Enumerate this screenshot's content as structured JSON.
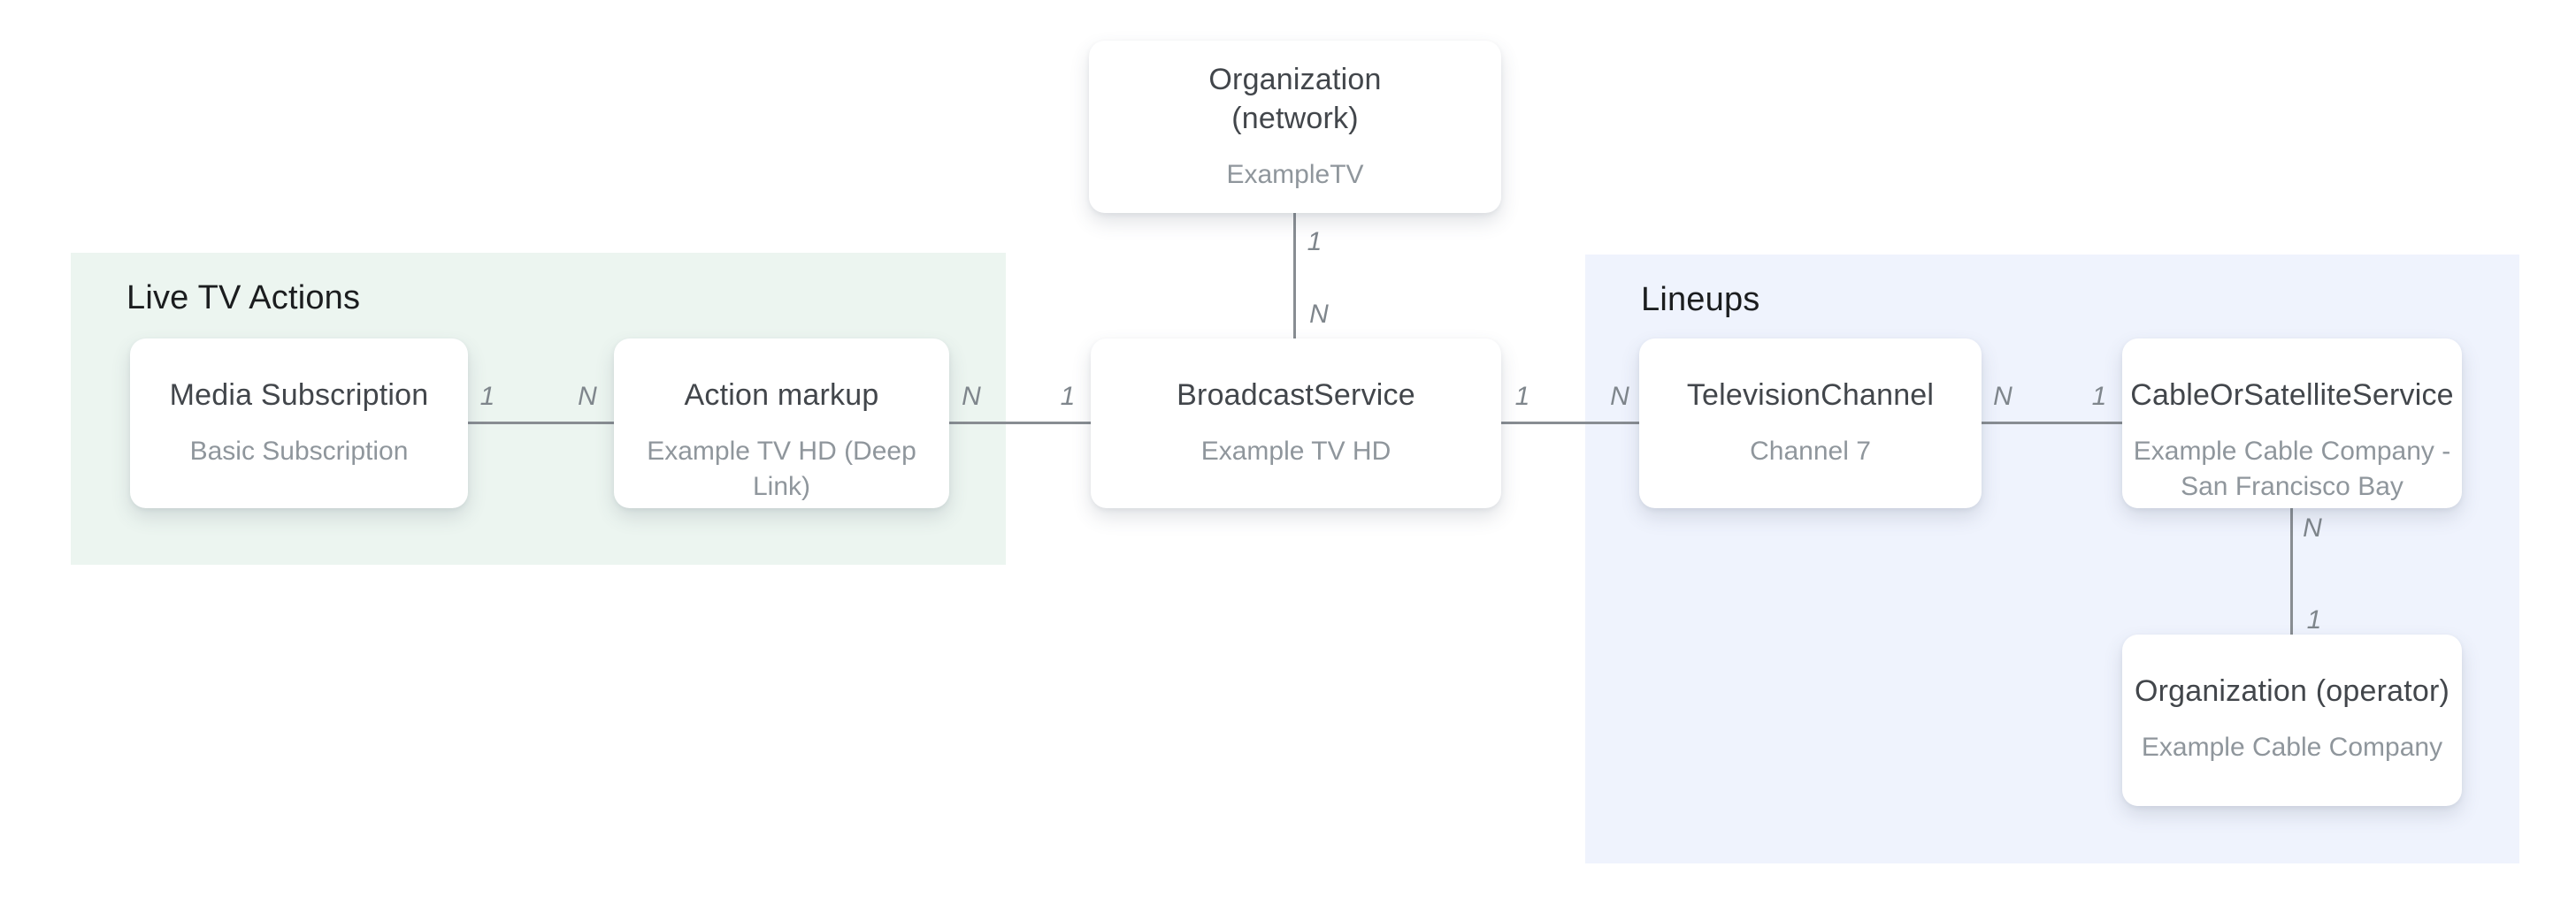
{
  "diagram": {
    "description": "Entity relationship diagram for TV media actions and lineups"
  },
  "regions": [
    {
      "id": "live-tv-actions",
      "title": "Live TV Actions",
      "color": "#ECF5F0"
    },
    {
      "id": "lineups",
      "title": "Lineups",
      "color": "#EFF3FD"
    }
  ],
  "nodes": [
    {
      "id": "organization-network",
      "title": "Organization\n(network)",
      "subtitle": "ExampleTV"
    },
    {
      "id": "media-subscription",
      "title": "Media Subscription",
      "subtitle": "Basic Subscription"
    },
    {
      "id": "action-markup",
      "title": "Action markup",
      "subtitle": "Example TV HD (Deep Link)"
    },
    {
      "id": "broadcast-service",
      "title": "BroadcastService",
      "subtitle": "Example TV HD"
    },
    {
      "id": "television-channel",
      "title": "TelevisionChannel",
      "subtitle": "Channel 7"
    },
    {
      "id": "cable-or-satellite-service",
      "title": "CableOrSatelliteService",
      "subtitle": "Example Cable Company -\nSan Francisco Bay"
    },
    {
      "id": "organization-operator",
      "title": "Organization (operator)",
      "subtitle": "Example Cable Company"
    }
  ],
  "edges": [
    {
      "id": "organization-network-to-broadcast-service",
      "from_label": "1",
      "to_label": "N"
    },
    {
      "id": "media-subscription-to-action-markup",
      "from_label": "1",
      "to_label": "N"
    },
    {
      "id": "action-markup-to-broadcast-service",
      "from_label": "N",
      "to_label": "1"
    },
    {
      "id": "broadcast-service-to-television-channel",
      "from_label": "1",
      "to_label": "N"
    },
    {
      "id": "television-channel-to-cable-or-satellite-service",
      "from_label": "N",
      "to_label": "1"
    },
    {
      "id": "cable-or-satellite-service-to-organization-operator",
      "from_label": "N",
      "to_label": "1"
    }
  ],
  "colors": {
    "background": "#FFFFFF",
    "line": "#888D92",
    "node_title": "#42464B",
    "node_subtitle": "#8F969C",
    "cardinality_label": "#7F868C",
    "section_title": "#1B1D1F"
  }
}
